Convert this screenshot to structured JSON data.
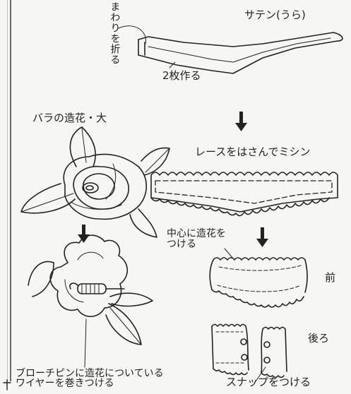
{
  "step1": {
    "fold_edges": "まわりを折る",
    "satin_back": "サテン(うら)",
    "make_two": "2枚作る"
  },
  "step2": {
    "sew_lace": "レースをはさんでミシン"
  },
  "step3": {
    "attach_center": "中心に造花を\nつける",
    "front": "前",
    "back": "後ろ",
    "attach_snap": "スナップをつける"
  },
  "rose": {
    "title": "バラの造花・大",
    "wire_note": "ブローチピンに造花についている\nワイヤーを巻きつける"
  },
  "colors": {
    "line": "#222222",
    "paper": "#f6f6f4"
  }
}
